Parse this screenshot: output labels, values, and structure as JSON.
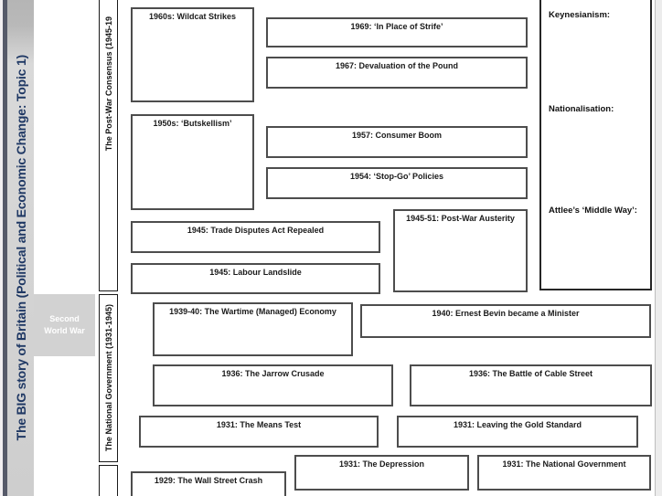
{
  "slide": {
    "title": "The BIG story of Britain (Political and Economic Change: Topic 1)",
    "era_bands": [
      {
        "id": "postwar-consensus",
        "label": "The Post-War Consensus (1945-19"
      },
      {
        "id": "national-government",
        "label": "The National Government (1931-1945)"
      },
      {
        "id": "next-era",
        "label": ""
      }
    ],
    "war_marker": {
      "line1": "Second",
      "line2": "World War"
    },
    "concepts": {
      "keynesianism": "Keynesianism:",
      "nationalisation": "Nationalisation:",
      "attlee": "Attlee’s ‘Middle Way’:"
    },
    "events": [
      {
        "id": "wildcat-strikes",
        "label": "1960s: Wildcat Strikes"
      },
      {
        "id": "in-place-of-strife",
        "label": "1969: ‘In Place of Strife’"
      },
      {
        "id": "devaluation-pound",
        "label": "1967: Devaluation of the Pound"
      },
      {
        "id": "butskellism",
        "label": "1950s: ‘Butskellism’"
      },
      {
        "id": "consumer-boom",
        "label": "1957: Consumer Boom"
      },
      {
        "id": "stop-go-policies",
        "label": "1954: ‘Stop-Go’ Policies"
      },
      {
        "id": "post-war-austerity",
        "label": "1945-51: Post-War Austerity"
      },
      {
        "id": "trade-disputes-act",
        "label": "1945: Trade Disputes Act Repealed"
      },
      {
        "id": "labour-landslide",
        "label": "1945: Labour Landslide"
      },
      {
        "id": "wartime-economy",
        "label": "1939-40: The Wartime (Managed) Economy"
      },
      {
        "id": "ernest-bevin",
        "label": "1940: Ernest Bevin became a Minister"
      },
      {
        "id": "jarrow-crusade",
        "label": "1936: The Jarrow Crusade"
      },
      {
        "id": "battle-cable-street",
        "label": "1936: The Battle of Cable Street"
      },
      {
        "id": "means-test",
        "label": "1931: The Means Test"
      },
      {
        "id": "gold-standard",
        "label": "1931: Leaving the Gold Standard"
      },
      {
        "id": "depression",
        "label": "1931: The Depression"
      },
      {
        "id": "national-government",
        "label": "1931: The National Government"
      },
      {
        "id": "wall-street-crash",
        "label": "1929: The Wall Street Crash"
      }
    ],
    "colors": {
      "accent_navy": "#1f3864",
      "war_band_gray": "#d2d2d2",
      "box_border_gray": "#4d4d4d"
    }
  }
}
